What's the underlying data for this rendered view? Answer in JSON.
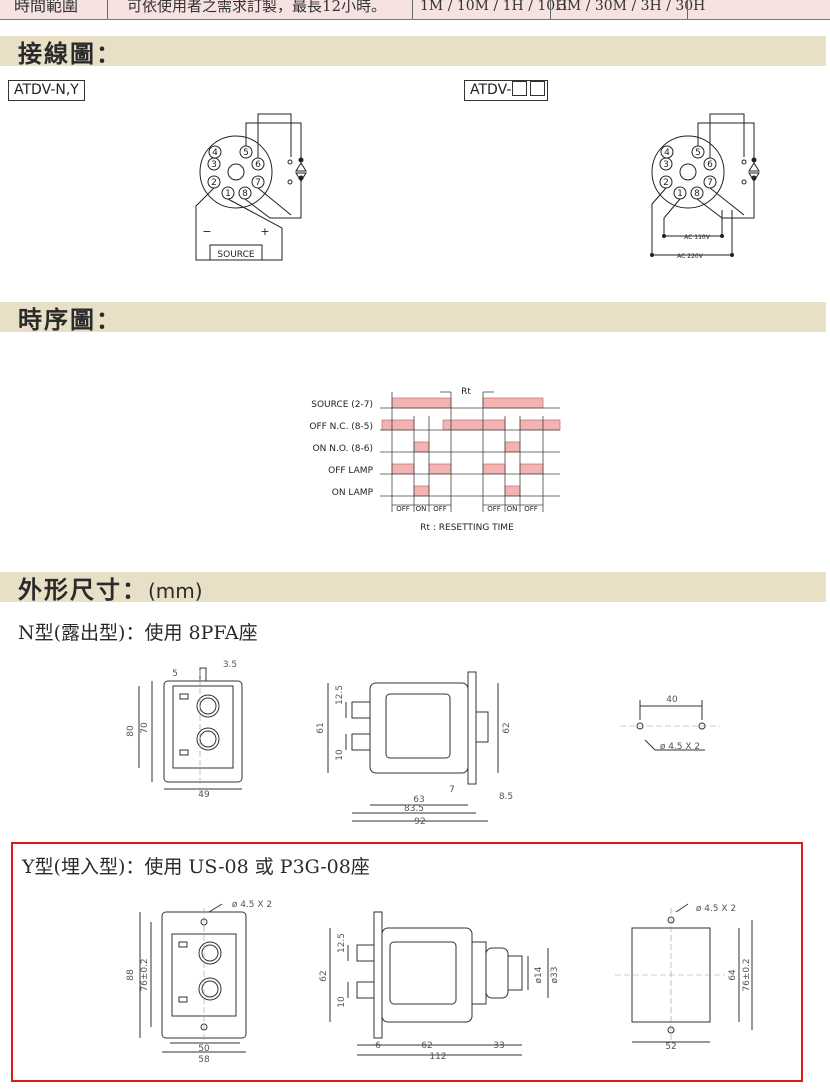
{
  "top_table": {
    "label": "時間範圍",
    "note": "可依使用者之需求訂製，最長12小時。",
    "range1": "1M / 10M / 1H / 10H",
    "range2": "3M / 30M / 3H / 30H"
  },
  "sections": {
    "wiring_title": "接線圖：",
    "timing_title": "時序圖：",
    "dimension_title": "外形尺寸：",
    "dimension_unit": "(mm)"
  },
  "wiring": {
    "left_model": "ATDV-N,Y",
    "right_model": "ATDV-",
    "pins": [
      "4",
      "5",
      "3",
      "6",
      "2",
      "7",
      "1",
      "8"
    ],
    "source_label": "SOURCE",
    "minus": "−",
    "plus": "+",
    "ac110": "AC 110V",
    "ac220": "AC 220V"
  },
  "timing": {
    "rt_label": "Rt",
    "rows": [
      "SOURCE  (2-7)",
      "OFF N.C.  (8-5)",
      "ON  N.O.  (8-6)",
      "OFF LAMP",
      "ON  LAMP"
    ],
    "bottom_labels": [
      "OFF",
      "ON",
      "OFF",
      "OFF",
      "ON",
      "OFF"
    ],
    "caption": "Rt : RESETTING TIME"
  },
  "n_type": {
    "title": "N型(露出型)：使用 8PFA座",
    "front": {
      "d1": "3.5",
      "d2": "5",
      "h1": "80",
      "h2": "70",
      "w": "49"
    },
    "side": {
      "d1": "12.5",
      "d2": "61",
      "d3": "10",
      "d4": "62",
      "d5": "7",
      "d6": "8.5",
      "d7": "63",
      "d8": "83.5",
      "d9": "92"
    },
    "hole": {
      "d1": "40",
      "d2": "ø 4.5  X  2"
    }
  },
  "y_type": {
    "title": "Y型(埋入型)：使用 US-08 或 P3G-08座",
    "front": {
      "d1": "ø 4.5  X  2",
      "h1": "88",
      "h2": "76±0.2",
      "w1": "50",
      "w2": "58"
    },
    "side": {
      "d1": "12.5",
      "d2": "62",
      "d3": "10",
      "d4": "ø14",
      "d5": "ø33",
      "d6": "6",
      "d7": "62",
      "d8": "33",
      "d9": "112"
    },
    "cutout": {
      "d1": "ø 4.5  X  2",
      "h1": "64",
      "h2": "76±0.2",
      "w": "52"
    }
  }
}
